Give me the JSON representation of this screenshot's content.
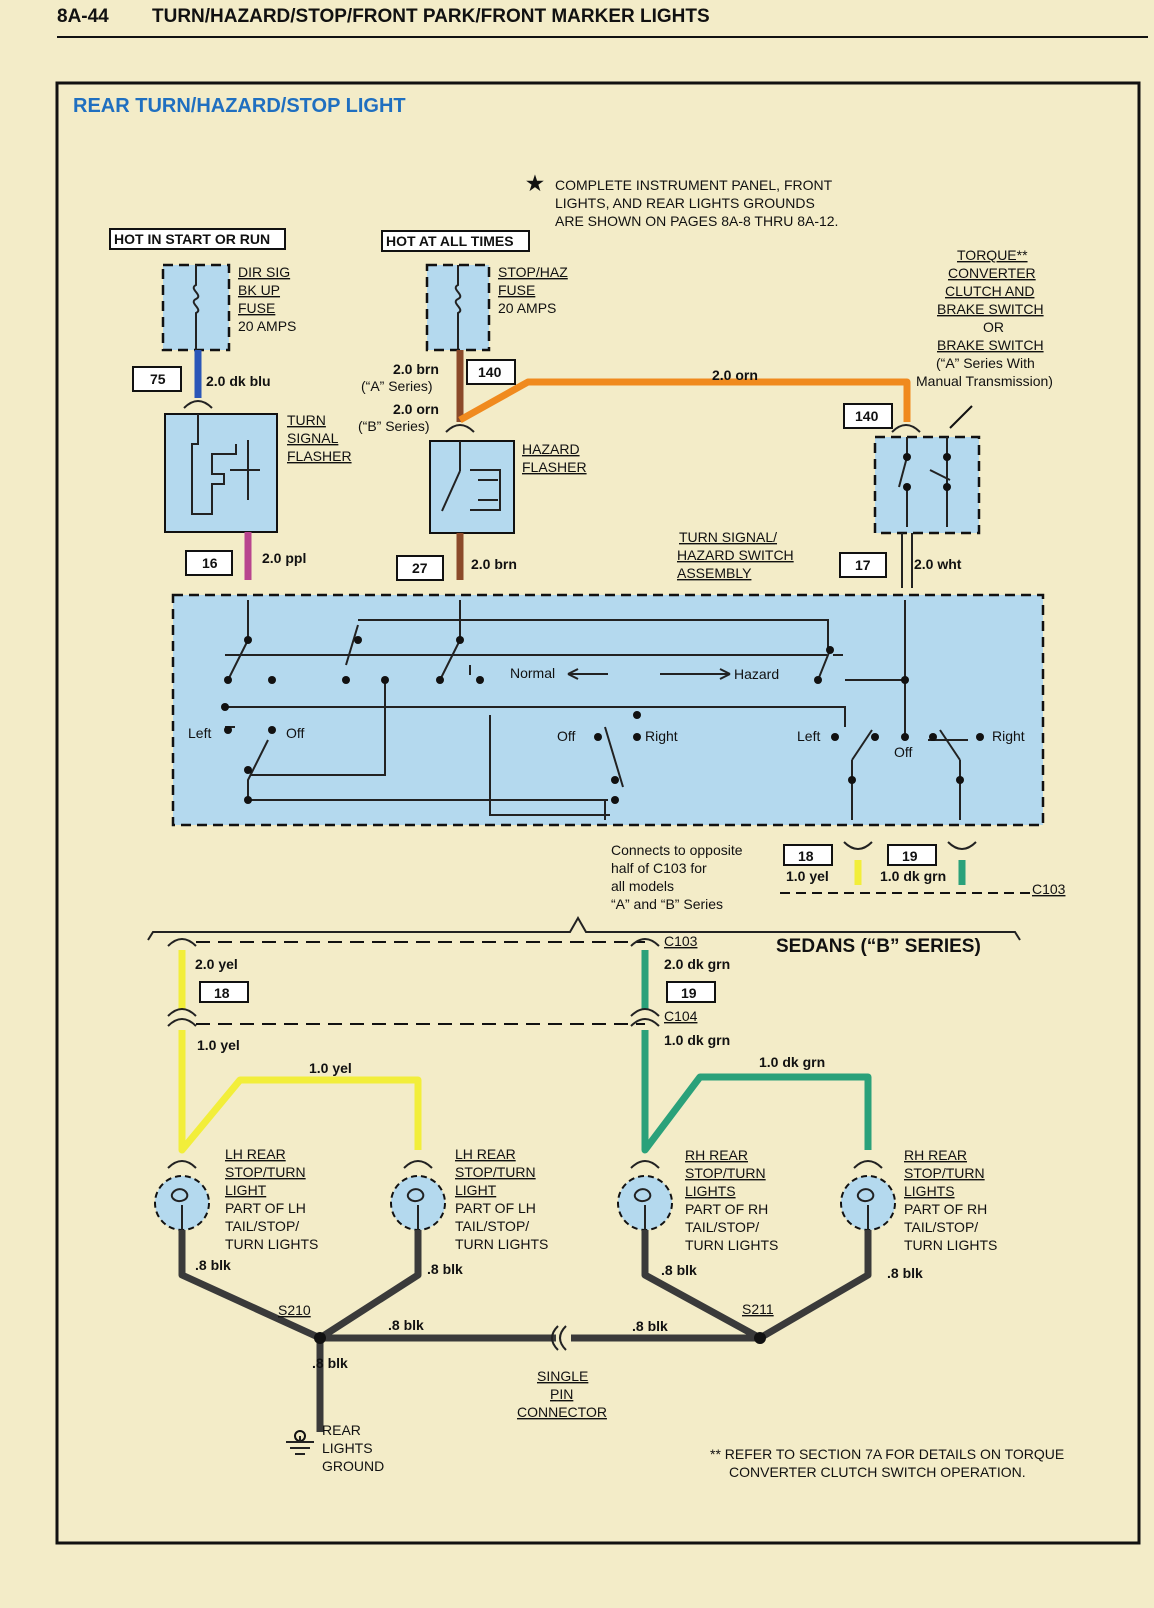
{
  "header": {
    "page_number": "8A-44",
    "page_title": "TURN/HAZARD/STOP/FRONT PARK/FRONT MARKER LIGHTS"
  },
  "section_title": "REAR TURN/HAZARD/STOP LIGHT",
  "note_ground": [
    "COMPLETE INSTRUMENT PANEL, FRONT",
    "LIGHTS, AND REAR LIGHTS GROUNDS",
    "ARE SHOWN ON PAGES 8A-8 THRU 8A-12."
  ],
  "power": {
    "hot_start_run": "HOT IN START OR RUN",
    "hot_all_times": "HOT AT ALL TIMES"
  },
  "fuses": {
    "dir_sig": [
      "DIR SIG",
      "BK UP",
      "FUSE",
      "20 AMPS"
    ],
    "stop_haz": [
      "STOP/HAZ",
      "FUSE",
      "20 AMPS"
    ]
  },
  "circuits": {
    "c75": "75",
    "c140a": "140",
    "c140b": "140",
    "c16": "16",
    "c27": "27",
    "c17": "17",
    "c18a": "18",
    "c19a": "19",
    "c18b": "18",
    "c19b": "19"
  },
  "wires": {
    "dk_blu": "2.0 dk blu",
    "brn_a": "2.0 brn",
    "a_series": "(“A” Series)",
    "orn_b": "2.0 orn",
    "b_series": "(“B” Series)",
    "orn": "2.0 orn",
    "ppl": "2.0 ppl",
    "brn": "2.0 brn",
    "wht": "2.0 wht",
    "yel_1": "1.0 yel",
    "dkgrn_1": "1.0 dk grn",
    "yel_2": "2.0 yel",
    "dkgrn_2": "2.0 dk grn",
    "yel_1b": "1.0 yel",
    "dkgrn_1b": "1.0 dk grn",
    "yel_1c": "1.0 yel",
    "dkgrn_1c": "1.0 dk grn",
    "blk_1": ".8 blk",
    "blk_2": ".8 blk",
    "blk_3": ".8 blk",
    "blk_4": ".8 blk",
    "blk_5": ".8 blk",
    "blk_6": ".8 blk",
    "blk_7": ".8 blk"
  },
  "components": {
    "turn_flasher": [
      "TURN",
      "SIGNAL",
      "FLASHER"
    ],
    "hazard_flasher": [
      "HAZARD",
      "FLASHER"
    ],
    "torque_switch": [
      "TORQUE**",
      "CONVERTER",
      "CLUTCH AND",
      "BRAKE SWITCH",
      "OR",
      "BRAKE SWITCH",
      "(“A” Series With",
      "Manual Transmission)"
    ],
    "switch_assembly": [
      "TURN SIGNAL/",
      "HAZARD SWITCH",
      "ASSEMBLY"
    ],
    "lh_rear_1": [
      "LH REAR",
      "STOP/TURN",
      "LIGHT",
      "PART OF LH",
      "TAIL/STOP/",
      "TURN LIGHTS"
    ],
    "lh_rear_2": [
      "LH REAR",
      "STOP/TURN",
      "LIGHT",
      "PART OF LH",
      "TAIL/STOP/",
      "TURN LIGHTS"
    ],
    "rh_rear_1": [
      "RH REAR",
      "STOP/TURN",
      "LIGHTS",
      "PART OF RH",
      "TAIL/STOP/",
      "TURN LIGHTS"
    ],
    "rh_rear_2": [
      "RH REAR",
      "STOP/TURN",
      "LIGHTS",
      "PART OF RH",
      "TAIL/STOP/",
      "TURN LIGHTS"
    ],
    "single_pin": [
      "SINGLE",
      "PIN",
      "CONNECTOR"
    ],
    "rear_ground": [
      "REAR",
      "LIGHTS",
      "GROUND"
    ]
  },
  "switch_labels": {
    "normal": "Normal",
    "hazard": "Hazard",
    "left_1": "Left",
    "off_1": "Off",
    "off_2": "Off",
    "right_2": "Right",
    "left_3": "Left",
    "off_3": "Off",
    "right_3": "Right"
  },
  "connectors": {
    "c103_a": "C103",
    "c103_b": "C103",
    "c104": "C104",
    "s210": "S210",
    "s211": "S211"
  },
  "opposite_note": [
    "Connects to opposite",
    "half of C103 for",
    "all models",
    "“A” and “B” Series"
  ],
  "sedans_label": "SEDANS (“B” SERIES)",
  "footnote": [
    "** REFER TO SECTION 7A FOR DETAILS ON TORQUE",
    "CONVERTER CLUTCH SWITCH OPERATION."
  ],
  "colors": {
    "paper": "#f3ecc8",
    "component": "#b4d9ee",
    "dk_blu": "#2a56b8",
    "orange": "#f08a1e",
    "brown": "#8b4a2a",
    "purple": "#b8448e",
    "yellow": "#f2ee3a",
    "green": "#2aa17a",
    "black_wire": "#3a3a3a",
    "title_blue": "#1f6fc0"
  },
  "icons": [
    "fuse-icon",
    "flasher-icon",
    "bulb-icon",
    "ground-icon",
    "connector-icon"
  ]
}
